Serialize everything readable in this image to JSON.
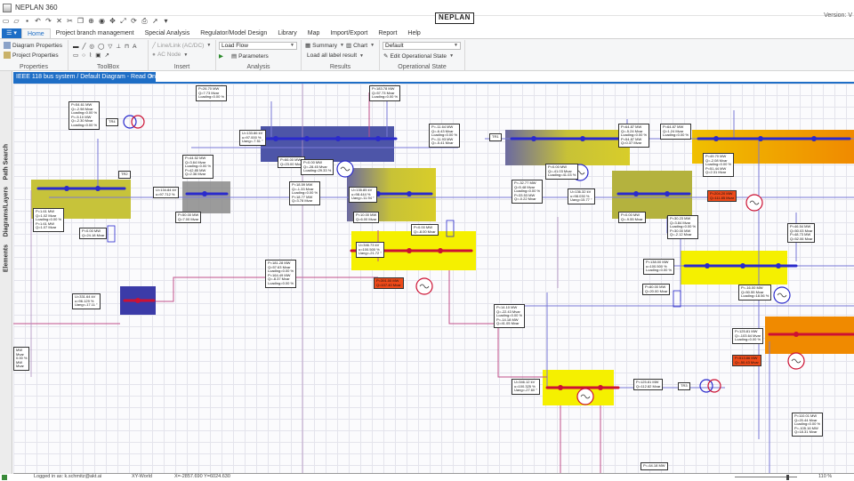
{
  "window": {
    "title": "NEPLAN 360",
    "brand": "NEPLAN",
    "version": "Version: V"
  },
  "menu": {
    "file_label": "",
    "tabs": [
      "Home",
      "Project branch management",
      "Special Analysis",
      "Regulator/Model Design",
      "Library",
      "Map",
      "Import/Export",
      "Report",
      "Help"
    ]
  },
  "ribbon": {
    "properties": {
      "label": "Properties",
      "diagram_properties": "Diagram Properties",
      "project_properties": "Project Properties"
    },
    "toolbox": {
      "label": "ToolBox"
    },
    "insert": {
      "label": "Insert",
      "line_link": "Line/Link (AC/DC)",
      "ac_node": "AC Node"
    },
    "analysis": {
      "label": "Analysis",
      "load_flow": "Load Flow",
      "parameters": "Parameters"
    },
    "results": {
      "label": "Results",
      "summary": "Summary",
      "chart": "Chart",
      "load_all": "Load all label result"
    },
    "operational_state": {
      "label": "Operational State",
      "default": "Default",
      "edit": "Edit Operational State"
    }
  },
  "sidepanel": {
    "tabs": [
      "Path Search",
      "Diagrams/Layers",
      "Elements"
    ]
  },
  "document_tab": {
    "title": "IEEE 118 bus system / Default Diagram - Read Only!",
    "close": "×"
  },
  "colors": {
    "accent": "#1e6ec6",
    "bus_blue": "#2233cc",
    "bus_red": "#cc1133",
    "yellow": "#f5f000",
    "orange": "#f08a00",
    "olive": "#b8b640",
    "navy": "#4a52a0",
    "alert": "#ee4a1a",
    "line_purple": "#b44a8a"
  },
  "result_labels": [
    {
      "lines": [
        "P=26.70 MW",
        "Q=7.73 Mvar",
        "Loading=0.00 %"
      ]
    },
    {
      "lines": [
        "P=183.78 MW",
        "Q=57.73 Mvar",
        "Loading=0.00 %"
      ]
    },
    {
      "lines": [
        "P=54.61 MW",
        "Q=-2.98 Mvar",
        "Loading=0.00 %",
        "P=-5.10 MW",
        "Q=-2.30 Mvar",
        "Loading=0.00 %"
      ]
    },
    {
      "lines": [
        "U=133.86 kV",
        "u=97.000 %",
        "Uang=-7.51 °"
      ]
    },
    {
      "lines": [
        "P=-11.64 MW",
        "Q=-6.43 Mvar",
        "Loading=0.00 %",
        "P=-11.93 MW",
        "Q=-5.41 Mvar"
      ]
    },
    {
      "lines": [
        "P=64.87 MW",
        "Q=-5.24 Mvar",
        "Loading=0.00 %",
        "P=54.87 MW",
        "Q=0.37 Mvar"
      ]
    },
    {
      "lines": [
        "P=64.87 MW",
        "Q=1.24 Mvar",
        "Loading=0.00 %"
      ]
    },
    {
      "lines": [
        "P=44.52 MW",
        "Q=3.64 Mvar",
        "Loading=0.00 %",
        "P=42.85 MW",
        "Q=2.36 Mvar"
      ]
    },
    {
      "lines": [
        "P=66.00 MW",
        "Q=23.00 Mvar"
      ]
    },
    {
      "lines": [
        "P=0.00 MW",
        "Q=-28.45 Mvar",
        "Loading=29.33 %"
      ]
    },
    {
      "lines": [
        "P=18.59 MW",
        "Q=-1.33 Mvar",
        "Loading=0.00 %",
        "P=18.77 MW",
        "Q=3.78 Mvar"
      ]
    },
    {
      "lines": [
        "U=135.85 kV",
        "u=98.444 %",
        "Uang=-11.94 °"
      ]
    },
    {
      "lines": [
        "P=-32.77 MW",
        "Q=5.48 Mvar",
        "Loading=0.00 %",
        "P=33.53 MW",
        "Q=-0.22 Mvar"
      ]
    },
    {
      "lines": [
        "P=0.00 MW",
        "Q=-41.03 Mvar",
        "Loading=41.03 %"
      ]
    },
    {
      "lines": [
        "U=136.32 kV",
        "u=98.030 %",
        "Uang=15.77 °"
      ]
    },
    {
      "lines": [
        "P=49.70 MW",
        "Q=-2.08 Mvar",
        "Loading=0.00 %",
        "P=51.44 MW",
        "Q=2.31 Mvar"
      ]
    },
    {
      "lines": [
        "P=0.00 MW",
        "Q=-9.55 Mvar"
      ]
    },
    {
      "lines": [
        "P=30.23 MW",
        "Q=3.84 Mvar",
        "Loading=0.00 %",
        "P=30.00 MW",
        "Q=-2.12 Mvar"
      ]
    },
    {
      "lines": [
        "P=204.20 MW",
        "Q=111.85 Mvar"
      ]
    },
    {
      "lines": [
        "P=1.61 MW",
        "Q=1.02 Mvar",
        "Loading=0.00 %",
        "P=1.61 MW",
        "Q=1.07 Mvar"
      ]
    },
    {
      "lines": [
        "U=134.84 kV",
        "u=97.712 %"
      ]
    },
    {
      "lines": [
        "P=0.00 MW",
        "Q=24.18 Mvar"
      ]
    },
    {
      "lines": [
        "P=50.00 MW",
        "Q=7.00 Mvar"
      ]
    },
    {
      "lines": [
        "P=10.00 MW",
        "Q=6.00 Mvar"
      ]
    },
    {
      "lines": [
        "U=346.73 kV",
        "u=100.500 %",
        "Uang=-21.72 °"
      ]
    },
    {
      "lines": [
        "P=0.00 MW",
        "Q=-8.00 Mvar"
      ]
    },
    {
      "lines": [
        "P=181.28 MW",
        "Q=57.63 Mvar",
        "Loading=0.00 %",
        "P=164.49 MW",
        "Q=-8.37 Mvar",
        "Loading=0.00 %"
      ]
    },
    {
      "lines": [
        "P=391.00 MW",
        "Q=107.40 Mvar"
      ]
    },
    {
      "lines": [
        "U=331.64 kV",
        "u=96.129 %",
        "Uang=-17.11 °"
      ]
    },
    {
      "lines": [
        "P=138.00 MW",
        "u=100.500 %",
        "Loading=0.00 %"
      ]
    },
    {
      "lines": [
        "P=80.00 MW",
        "Q=20.00 Mvar"
      ]
    },
    {
      "lines": [
        "P=-16.00 MW",
        "Q=50.55 Mvar",
        "Loading=18.56 %"
      ]
    },
    {
      "lines": [
        "P=46.54 MW",
        "Q=50.03 Mvar",
        "P=48.73 MW",
        "Q=52.06 Mvar"
      ]
    },
    {
      "lines": [
        "P=14.10 MW",
        "Q=-22.43 Mvar",
        "Loading=0.00 %",
        "P=-14.18 MW",
        "Q=41.05 Mvar"
      ]
    },
    {
      "lines": [
        "P=125.81 MW",
        "Q=-103.64 Mvar",
        "Loading=0.00 %"
      ]
    },
    {
      "lines": [
        "P=513.86 MW",
        "Q=-50.43 Mvar"
      ]
    },
    {
      "lines": [
        "U=346.12 kV",
        "u=100.325 %",
        "Uang=-27.60 °"
      ]
    },
    {
      "lines": [
        "P=125.81 MW",
        "Q=112.82 Mvar"
      ]
    },
    {
      "lines": [
        "P=110.01 MW",
        "Q=20.44 Mvar",
        "Loading=0.00 %",
        "P=-105.16 MW",
        "Q=18.31 Mvar"
      ]
    },
    {
      "lines": [
        "MW",
        "Mvar",
        "0.00 %",
        "MW",
        "Mvar"
      ]
    },
    {
      "lines": [
        "P=-64.18 MW"
      ]
    }
  ],
  "equipment_tags": [
    "TR4",
    "TR2",
    "TR1",
    "TR3"
  ],
  "status": {
    "logged_in": "Logged in as: k.schmitz@akt.ai",
    "coord_system": "XY-World",
    "coords": "X=-2857.690 Y=6024.630",
    "zoom": "110 %"
  }
}
